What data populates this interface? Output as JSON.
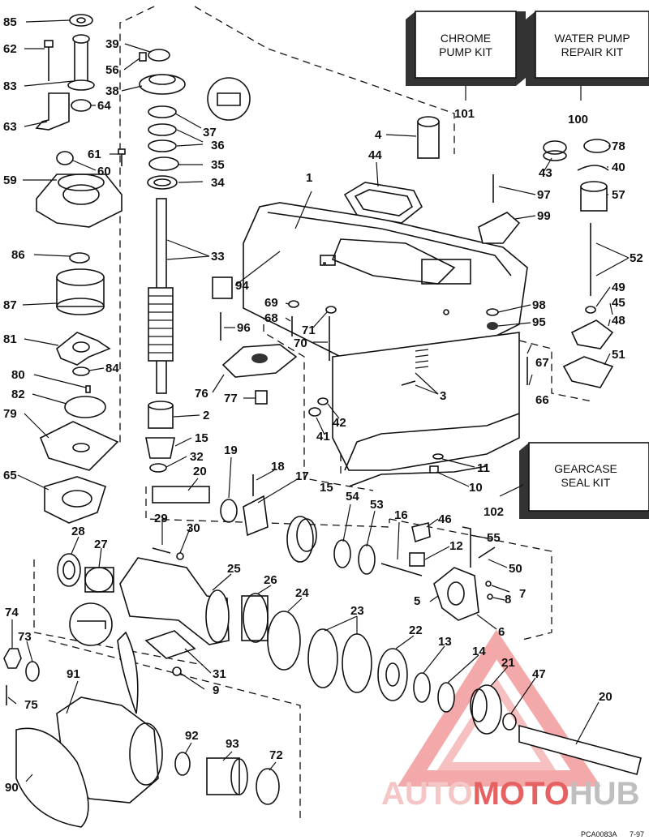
{
  "kits": [
    {
      "name": "CHROME PUMP KIT",
      "line1": "CHROME",
      "line2": "PUMP KIT",
      "ref": "101"
    },
    {
      "name": "WATER PUMP REPAIR KIT",
      "line1": "WATER PUMP",
      "line2": "REPAIR KIT",
      "ref": "100"
    },
    {
      "name": "GEARCASE SEAL KIT",
      "line1": "GEARCASE",
      "line2": "SEAL KIT",
      "ref": "102"
    }
  ],
  "parts": [
    "85",
    "62",
    "83",
    "64",
    "63",
    "61",
    "60",
    "59",
    "86",
    "87",
    "81",
    "84",
    "80",
    "82",
    "79",
    "65",
    "39",
    "56",
    "38",
    "37",
    "36",
    "35",
    "34",
    "33",
    "2",
    "15",
    "32",
    "20",
    "19",
    "18",
    "17",
    "1",
    "4",
    "44",
    "94",
    "96",
    "69",
    "68",
    "71",
    "70",
    "76",
    "77",
    "3",
    "41",
    "42",
    "11",
    "10",
    "43",
    "97",
    "99",
    "78",
    "40",
    "57",
    "52",
    "49",
    "45",
    "48",
    "98",
    "95",
    "67",
    "66",
    "51",
    "54",
    "53",
    "16",
    "46",
    "12",
    "55",
    "50",
    "7",
    "8",
    "5",
    "6",
    "29",
    "30",
    "28",
    "27",
    "25",
    "26",
    "24",
    "23",
    "22",
    "13",
    "14",
    "21",
    "47",
    "74",
    "73",
    "75",
    "31",
    "9",
    "91",
    "92",
    "93",
    "72",
    "90"
  ],
  "footer_code": "PCA0083A",
  "footer_date": "7-97",
  "watermark": {
    "word_part1": "AUTO",
    "word_part2": "MOTO",
    "word_part3": "HUB",
    "color_light": "#f2b8b8",
    "color_dark": "#b0b0b0",
    "color_main": "#e33b3b"
  }
}
